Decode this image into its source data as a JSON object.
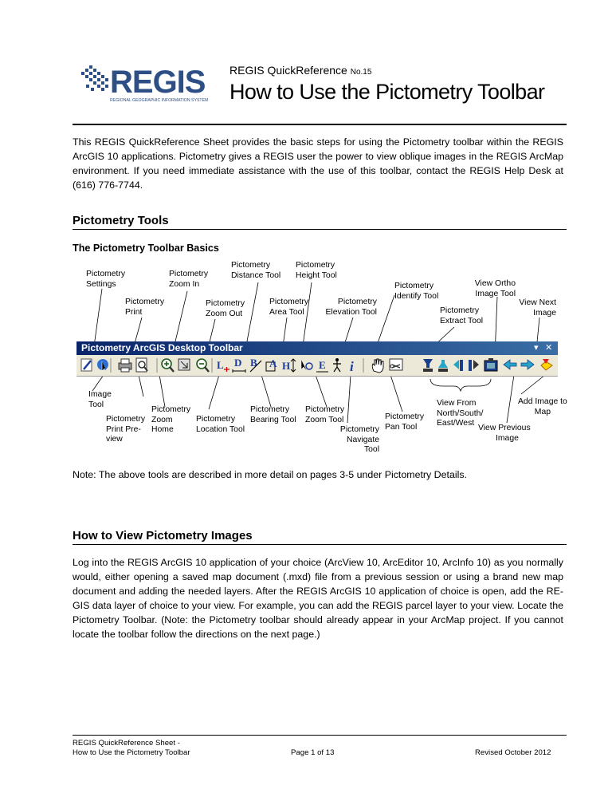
{
  "header": {
    "logo_text": "REGIS",
    "logo_subtext": "REGIONAL GEOGRAPHIC INFORMATION SYSTEM",
    "series_prefix": "REGIS QuickReference",
    "series_number": "No.15",
    "title": "How to Use the Pictometry Toolbar"
  },
  "intro": "This REGIS QuickReference Sheet provides the basic steps for using the Pictometry toolbar within the REGIS ArcGIS 10 applications. Pictometry gives a REGIS user the power to view oblique images in the REGIS ArcMap environment. If you need immediate assistance with the use of this toolbar, contact the REGIS Help Desk at (616) 776-7744.",
  "section1": {
    "heading": "Pictometry Tools",
    "subheading": "The Pictometry Toolbar Basics"
  },
  "toolbar": {
    "title": "Pictometry ArcGIS Desktop Toolbar",
    "menu_glyph": "▾",
    "close_glyph": "✕",
    "icons": [
      "settings-icon",
      "image-tool-icon",
      "print-icon",
      "print-preview-icon",
      "zoom-in-icon",
      "zoom-home-icon",
      "zoom-out-icon",
      "location-tool-icon",
      "distance-tool-icon",
      "bearing-tool-icon",
      "area-tool-icon",
      "height-tool-icon",
      "zoom-tool-icon",
      "elevation-tool-icon",
      "navigate-tool-icon",
      "identify-tool-icon",
      "pan-tool-icon",
      "extract-tool-icon",
      "view-north-icon",
      "view-south-icon",
      "view-east-icon",
      "view-west-icon",
      "view-ortho-icon",
      "view-previous-icon",
      "view-next-icon",
      "add-image-icon"
    ]
  },
  "labels_top": {
    "settings": [
      "Pictometry",
      "Settings"
    ],
    "zoom_in": [
      "Pictometry",
      "Zoom In"
    ],
    "print": [
      "Pictometry",
      "Print"
    ],
    "zoom_out": [
      "Pictometry",
      "Zoom Out"
    ],
    "distance": [
      "Pictometry",
      "Distance Tool"
    ],
    "height": [
      "Pictometry",
      "Height Tool"
    ],
    "area": [
      "Pictometry",
      "Area Tool"
    ],
    "elevation": [
      "Pictometry",
      "Elevation Tool"
    ],
    "identify": [
      "Pictometry",
      "Identify Tool"
    ],
    "ortho": [
      "View Ortho",
      "Image Tool"
    ],
    "extract": [
      "Pictometry",
      "Extract Tool"
    ],
    "next": [
      "View Next",
      "Image"
    ]
  },
  "labels_bottom": {
    "image_tool": [
      "Image",
      "Tool"
    ],
    "print_preview": [
      "Pictometry",
      "Print Pre-",
      "view"
    ],
    "zoom_home": [
      "Pictometry",
      "Zoom",
      "Home"
    ],
    "location": [
      "Pictometry",
      "Location Tool"
    ],
    "bearing": [
      "Pictometry",
      "Bearing Tool"
    ],
    "zoom_tool": [
      "Pictometry",
      "Zoom Tool"
    ],
    "navigate": [
      "Pictometry",
      "Navigate",
      "Tool"
    ],
    "pan": [
      "Pictometry",
      "Pan Tool"
    ],
    "view_from": [
      "View From",
      "North/South/",
      "East/West"
    ],
    "add_image": [
      "Add Image to",
      "Map"
    ],
    "previous": [
      "View Previous",
      "Image"
    ]
  },
  "note": "Note: The above tools are described in more detail on pages 3-5 under Pictometry Details.",
  "section2": {
    "heading": "How to View Pictometry Images",
    "body": "Log into the REGIS ArcGIS 10 application of your choice (ArcView 10, ArcEditor 10, ArcInfo 10) as you normally would, either opening a saved map document (.mxd) file from a previous session or using a brand new map document and adding the needed layers. After the REGIS ArcGIS 10 application of choice is open, add the RE-GIS data layer of choice to your view. For example, you can add the REGIS parcel layer to your view. Locate the Pictometry Toolbar. (Note: the Pictometry toolbar should already appear in your ArcMap project. If you cannot locate the toolbar follow the directions on the next page.)"
  },
  "footer": {
    "left_line1": "REGIS QuickReference Sheet -",
    "left_line2": "How to Use the Pictometry Toolbar",
    "page": "Page 1 of 13",
    "revised": "Revised October 2012"
  },
  "colors": {
    "logo_blue": "#2e4f86",
    "titlebar_start": "#0a246a",
    "titlebar_end": "#3a6ea5"
  }
}
